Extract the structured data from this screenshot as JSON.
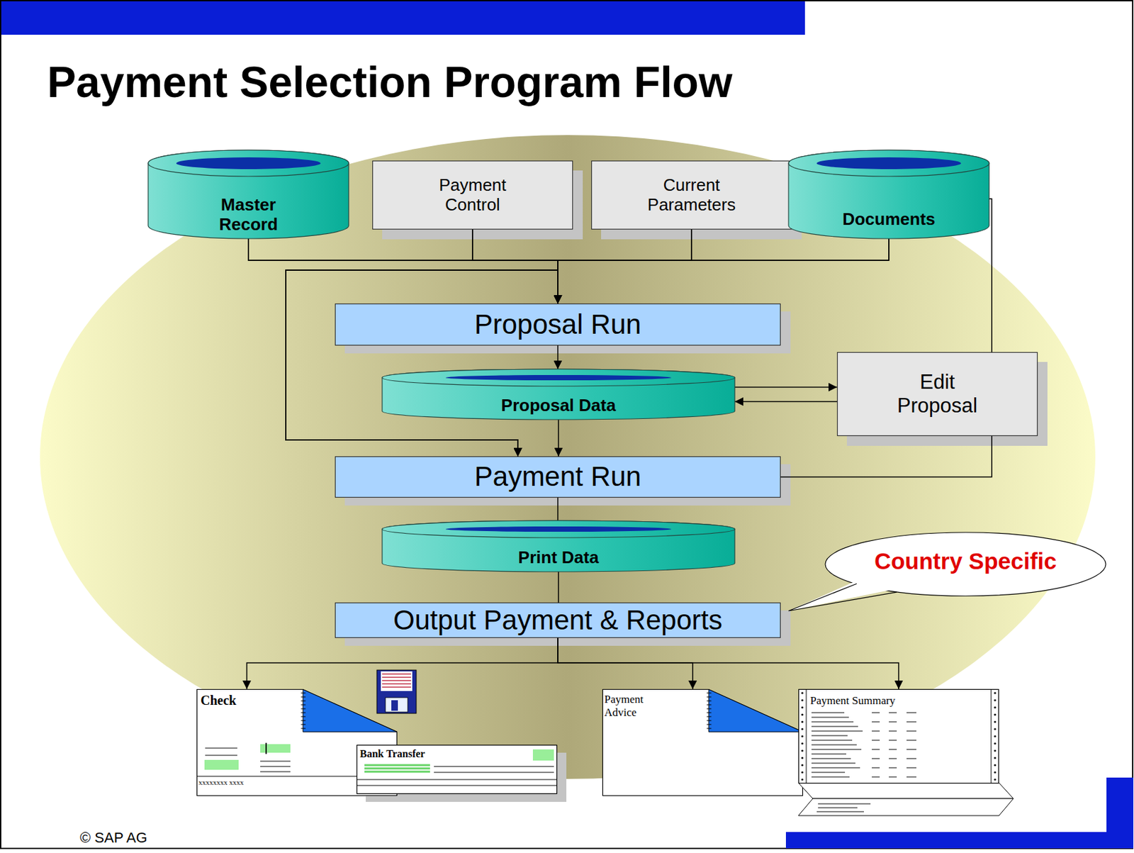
{
  "diagram": {
    "title": "Payment Selection Program Flow",
    "nodes": [
      {
        "text": [
          "Master Record"
        ]
      },
      {
        "text": [
          "Payment Control"
        ]
      },
      {
        "text": [
          "Current Parameters"
        ]
      },
      {
        "text": [
          "Documents"
        ]
      },
      {
        "text": [
          "Proposal Run"
        ]
      },
      {
        "text": [
          "Proposal Data"
        ]
      },
      {
        "text": [
          "Edit Proposal"
        ]
      },
      {
        "text": [
          "Payment Run"
        ]
      },
      {
        "text": [
          "Print Data"
        ]
      },
      {
        "text": [
          "Output Payment & Reports"
        ]
      },
      {
        "text": [
          "Check"
        ]
      },
      {
        "text": [
          "Bank Transfer"
        ]
      },
      {
        "text": [
          "Payment Advice"
        ]
      },
      {
        "text": [
          "Payment Summary"
        ]
      },
      {
        "text": [
          "Country Specific"
        ]
      }
    ],
    "edges": [
      {
        "from": 0,
        "to": 4,
        "arrow": "to"
      },
      {
        "from": 1,
        "to": 4,
        "arrow": "to"
      },
      {
        "from": 2,
        "to": 4,
        "arrow": "to"
      },
      {
        "from": 3,
        "to": 4,
        "arrow": "to"
      },
      {
        "from": 0,
        "to": 7,
        "arrow": "to"
      },
      {
        "from": 1,
        "to": 7,
        "arrow": "to"
      },
      {
        "from": 2,
        "to": 7,
        "arrow": "to"
      },
      {
        "from": 3,
        "to": 7,
        "arrow": "to"
      },
      {
        "from": 3,
        "to": 7,
        "arrow": "none"
      },
      {
        "from": 4,
        "to": 5,
        "arrow": "to"
      },
      {
        "from": 5,
        "to": 6,
        "arrow": "to"
      },
      {
        "from": 6,
        "to": 5,
        "arrow": "to"
      },
      {
        "from": 5,
        "to": 7,
        "arrow": "to"
      },
      {
        "from": 7,
        "to": 8,
        "arrow": "none"
      },
      {
        "from": 8,
        "to": 9,
        "arrow": "none"
      },
      {
        "from": 9,
        "to": 10,
        "arrow": "to"
      },
      {
        "from": 9,
        "to": 12,
        "arrow": "to"
      },
      {
        "from": 9,
        "to": 13,
        "arrow": "to"
      }
    ],
    "labels": [
      "© SAP AG",
      "xxxxxxxx xxxx"
    ]
  }
}
